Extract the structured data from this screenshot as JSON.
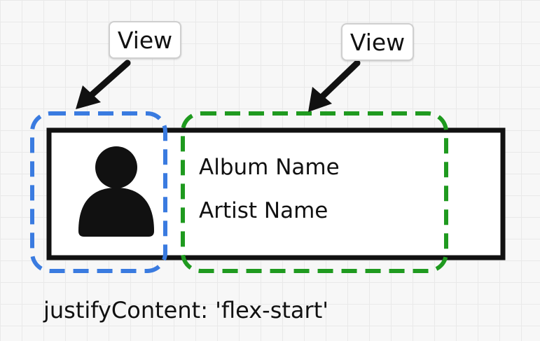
{
  "labels": {
    "left": "View",
    "right": "View"
  },
  "card": {
    "album": "Album Name",
    "artist": "Artist Name"
  },
  "caption": "justifyContent: 'flex-start'",
  "colors": {
    "left_view_outline": "#3a7be0",
    "right_view_outline": "#1f9a1f",
    "card_border": "#111111",
    "arrow": "#111111"
  },
  "icons": {
    "avatar": "person-silhouette-icon"
  }
}
